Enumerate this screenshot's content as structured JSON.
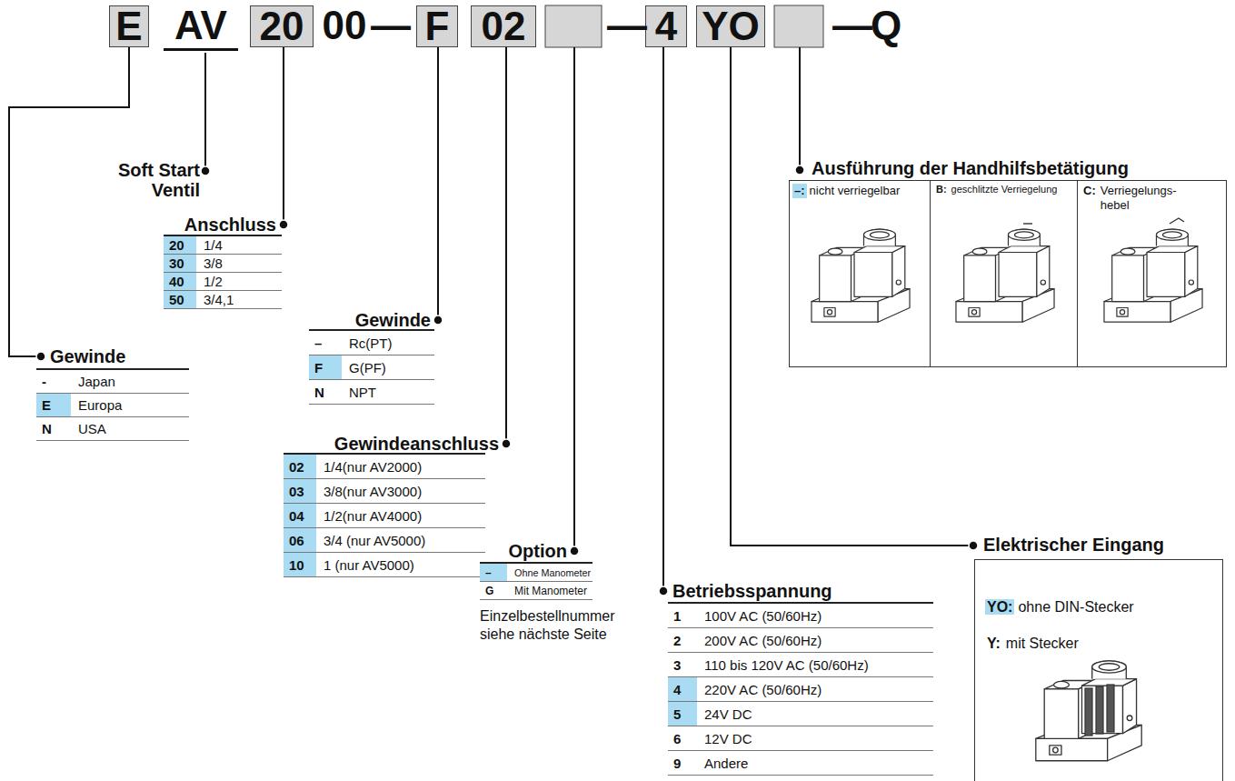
{
  "diagram": {
    "nodes": [
      {
        "text": [
          "E"
        ]
      },
      {
        "text": [
          "20"
        ]
      },
      {
        "text": [
          "F"
        ]
      },
      {
        "text": [
          "02"
        ]
      },
      {
        "text": [
          "4"
        ]
      },
      {
        "text": [
          "YO"
        ]
      },
      {
        "text": [
          "Ausführung der Handhilfsbetätigung"
        ]
      },
      {
        "text": [
          "–:",
          "nicht verriegelbar"
        ],
        "in": 6
      },
      {
        "text": [
          "B:",
          "geschlitzte Verriegelung"
        ],
        "in": 6
      },
      {
        "text": [
          "C:",
          "Verriegelungs- hebel"
        ],
        "in": 6
      },
      {
        "text": [
          "Elektrischer Eingang",
          "YO:",
          "ohne DIN-Stecker",
          "Y:",
          "mit Stecker"
        ]
      }
    ],
    "edges": [
      {
        "from": 5,
        "to": 10,
        "arrow": "none"
      }
    ],
    "labels": [
      "AV",
      "00",
      "—",
      "—",
      "—",
      "Q",
      "Soft Start Ventil",
      "Anschluss",
      "20",
      "1/4",
      "30",
      "3/8",
      "40",
      "1/2",
      "50",
      "3/4,1",
      "Gewinde",
      "–",
      "Rc(PT)",
      "F",
      "G(PF)",
      "N",
      "NPT",
      "Gewinde",
      "-",
      "Japan",
      "E",
      "Europa",
      "N",
      "USA",
      "Gewindeanschluss",
      "02",
      "1/4(nur AV2000)",
      "03",
      "3/8(nur AV3000)",
      "04",
      "1/2(nur AV4000)",
      "06",
      "3/4 (nur AV5000)",
      "10",
      "1 (nur AV5000)",
      "Option",
      "–",
      "Ohne Manometer",
      "G",
      "Mit Manometer",
      "Einzelbestellnummer siehe nächste Seite",
      "Betriebsspannung",
      "1",
      "100V AC (50/60Hz)",
      "2",
      "200V AC (50/60Hz)",
      "3",
      "110 bis 120V AC (50/60Hz)",
      "4",
      "220V AC (50/60Hz)",
      "5",
      "24V DC",
      "6",
      "12V DC",
      "9",
      "Andere"
    ]
  }
}
